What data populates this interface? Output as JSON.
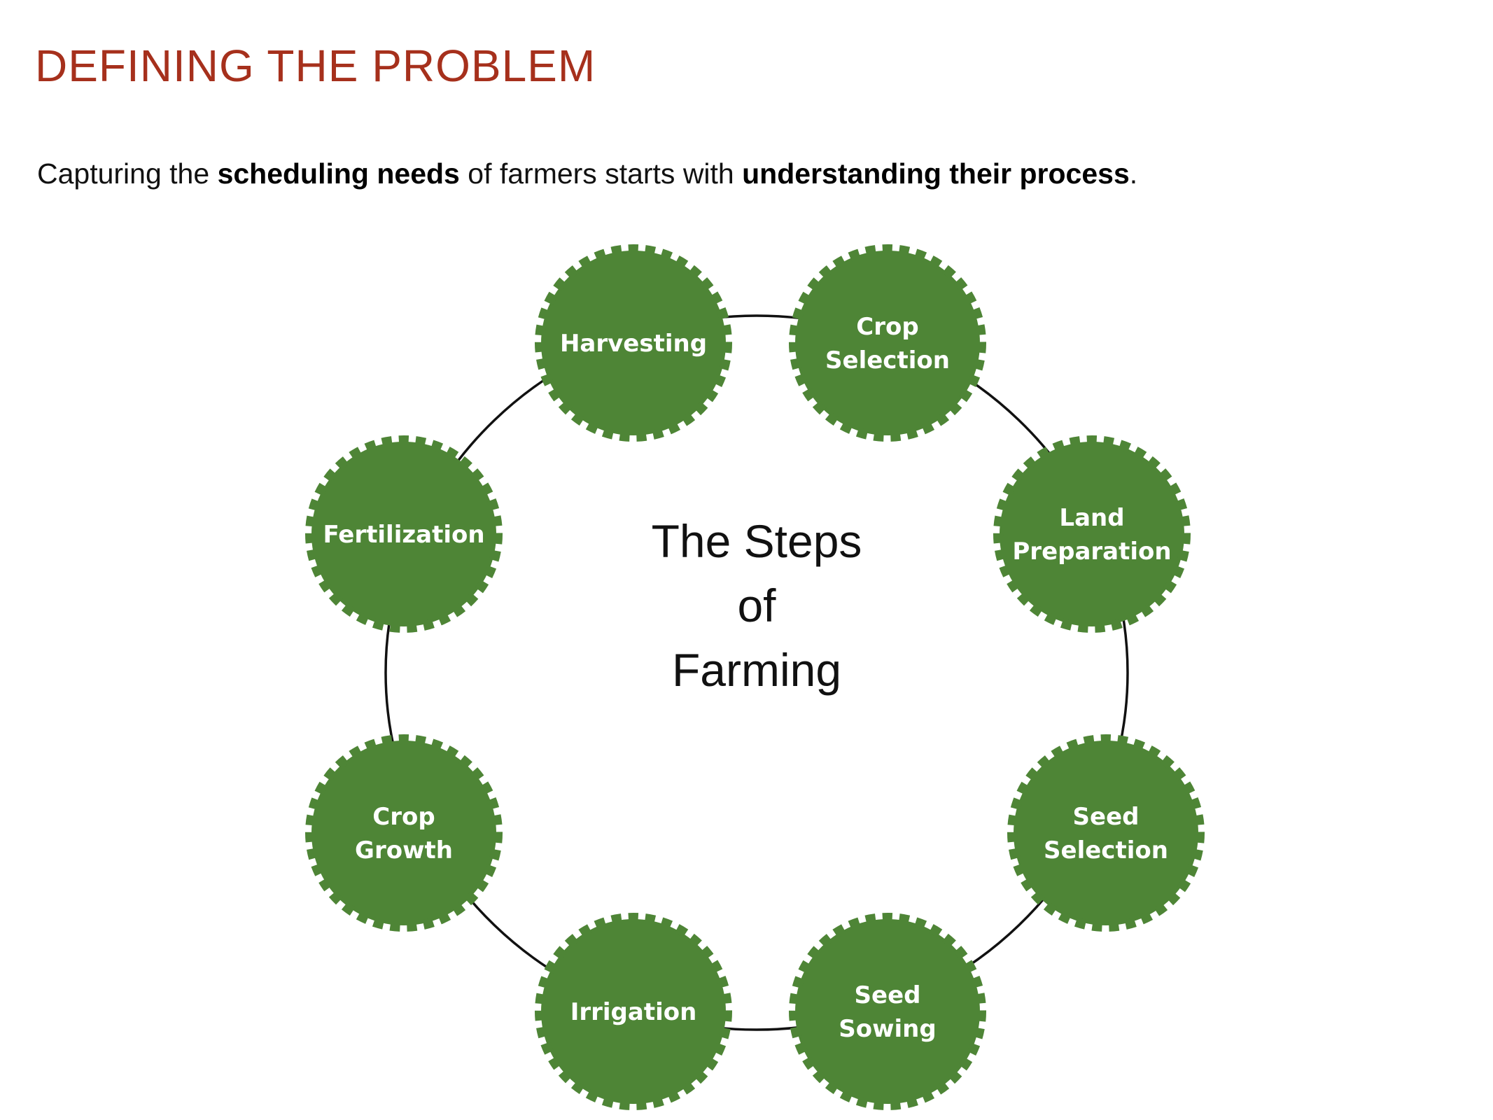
{
  "header": {
    "title": "DEFINING THE PROBLEM",
    "title_color": "#a6301c"
  },
  "intro": {
    "part1": "Capturing the ",
    "bold1": "scheduling needs",
    "part2": " of farmers starts with ",
    "bold2": "understanding their process",
    "part3": "."
  },
  "diagram": {
    "center_lines": [
      "The Steps",
      "of",
      "Farming"
    ],
    "node_color": "#4e8536",
    "steps": [
      {
        "lines": [
          "Crop",
          "Selection"
        ]
      },
      {
        "lines": [
          "Land",
          "Preparation"
        ]
      },
      {
        "lines": [
          "Seed",
          "Selection"
        ]
      },
      {
        "lines": [
          "Seed",
          "Sowing"
        ]
      },
      {
        "lines": [
          "Irrigation"
        ]
      },
      {
        "lines": [
          "Crop",
          "Growth"
        ]
      },
      {
        "lines": [
          "Fertilization"
        ]
      },
      {
        "lines": [
          "Harvesting"
        ]
      }
    ]
  }
}
